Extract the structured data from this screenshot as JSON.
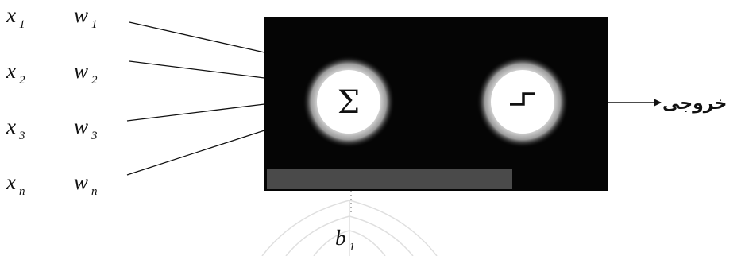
{
  "inputs": [
    {
      "x": "x",
      "x_sub": "1",
      "w": "w",
      "w_sub": "1"
    },
    {
      "x": "x",
      "x_sub": "2",
      "w": "w",
      "w_sub": "2"
    },
    {
      "x": "x",
      "x_sub": "3",
      "w": "w",
      "w_sub": "3"
    },
    {
      "x": "x",
      "x_sub": "n",
      "w": "w",
      "w_sub": "n"
    }
  ],
  "bias": {
    "label": "b",
    "sub": "1"
  },
  "summation_symbol": "Σ",
  "activation_icon": "step-function-icon",
  "output_label": "خروجی",
  "colors": {
    "box": "#050505",
    "glow": "#ffffff",
    "ink": "#111111",
    "bias_bar": "#4a4a4a"
  }
}
